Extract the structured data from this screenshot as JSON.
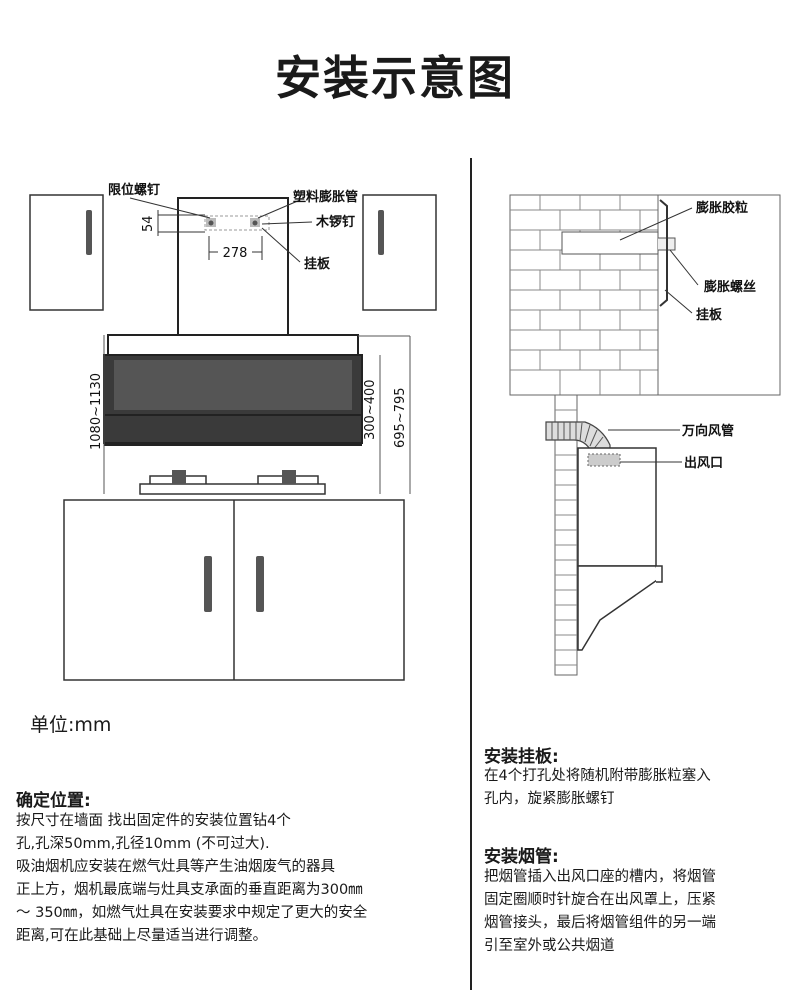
{
  "page": {
    "title": "安装示意图",
    "unit": "单位:mm"
  },
  "front_diagram": {
    "labels": {
      "limit_screw": "限位螺钉",
      "plastic_anchor": "塑料膨胀管",
      "wood_screw": "木锣钉",
      "hanging_plate": "挂板",
      "dim_54": "54",
      "dim_278": "278",
      "dim_1080_1130": "1080~1130",
      "dim_300_400": "300~400",
      "dim_695_795": "695~795"
    }
  },
  "side_diagram": {
    "labels": {
      "anchor_grain": "膨胀胶粒",
      "expansion_screw": "膨胀螺丝",
      "hanging_plate": "挂板",
      "universal_duct": "万向风管",
      "air_outlet": "出风口"
    }
  },
  "sections": {
    "position": {
      "heading": "确定位置:",
      "lines": [
        "按尺寸在墙面 找出固定件的安装位置钻4个",
        "孔,孔深50mm,孔径10mm (不可过大).",
        "吸油烟机应安装在燃气灶具等产生油烟废气的器具",
        "正上方，烟机最底端与灶具支承面的垂直距离为300㎜",
        "～ 350㎜，如燃气灶具在安装要求中规定了更大的安全",
        "距离,可在此基础上尽量适当进行调整。"
      ]
    },
    "plate": {
      "heading": "安装挂板:",
      "lines": [
        "在4个打孔处将随机附带膨胀粒塞入",
        "孔内，旋紧膨胀螺钉"
      ]
    },
    "duct": {
      "heading": "安装烟管:",
      "lines": [
        "把烟管插入出风口座的槽内，将烟管",
        "固定圈顺时针旋合在出风罩上，压紧",
        "烟管接头，最后将烟管组件的另一端",
        "引至室外或公共烟道"
      ]
    }
  }
}
